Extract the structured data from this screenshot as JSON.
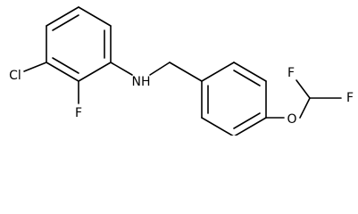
{
  "structure": {
    "atoms": {
      "cl": {
        "label": "Cl"
      },
      "f_ring": {
        "label": "F"
      },
      "nh": {
        "label": "NH"
      },
      "o": {
        "label": "O"
      },
      "f_top": {
        "label": "F"
      },
      "f_right": {
        "label": "F"
      }
    }
  },
  "colors": {
    "bond": "#000000",
    "label": "#000000",
    "background": "#ffffff"
  }
}
